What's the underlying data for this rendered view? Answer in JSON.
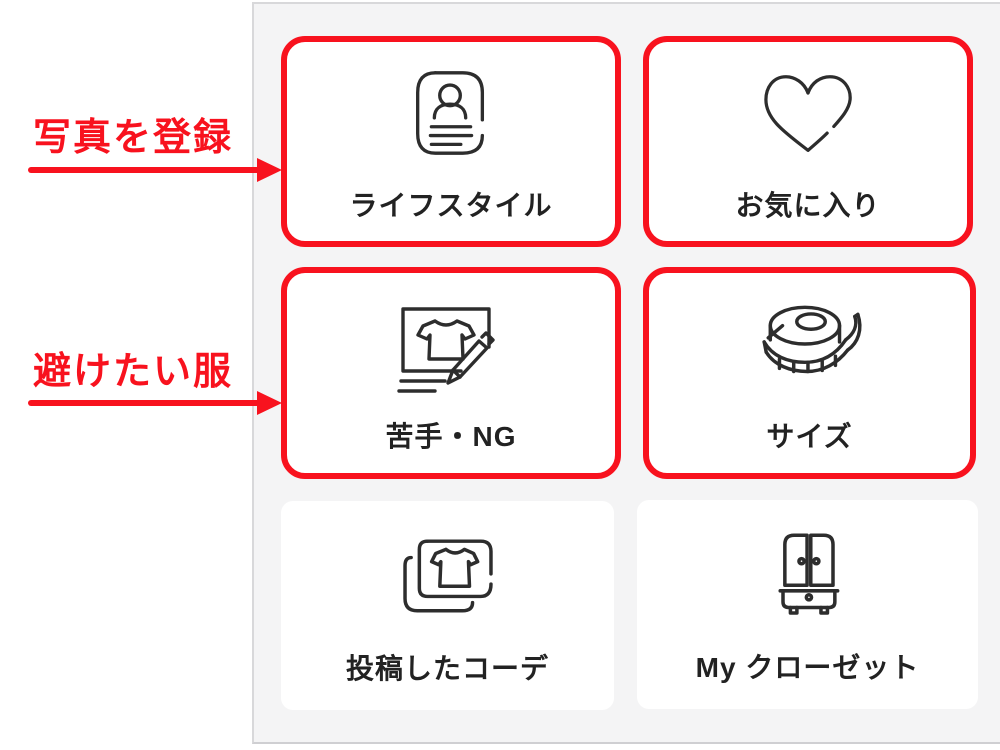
{
  "screen": "profile-menu",
  "colors": {
    "annotation_red": "#f8121e",
    "panel_bg": "#f4f4f5",
    "card_bg": "#ffffff",
    "icon_stroke": "#2d2d2d",
    "label_text": "#222222",
    "panel_border": "#d8d8da"
  },
  "cards": [
    {
      "label": "ライフスタイル",
      "icon": "id-card-icon",
      "highlighted": true
    },
    {
      "label": "お気に入り",
      "icon": "heart-icon",
      "highlighted": true
    },
    {
      "label": "苦手・NG",
      "icon": "tshirt-edit-icon",
      "highlighted": true
    },
    {
      "label": "サイズ",
      "icon": "measuring-tape-icon",
      "highlighted": true
    },
    {
      "label": "投稿したコーデ",
      "icon": "outfit-photos-icon",
      "highlighted": false
    },
    {
      "label": "My クローゼット",
      "icon": "closet-icon",
      "highlighted": false
    }
  ],
  "annotations": [
    {
      "label": "写真を登録",
      "target": "ライフスタイル"
    },
    {
      "label": "避けたい服",
      "target": "苦手・NG"
    }
  ]
}
